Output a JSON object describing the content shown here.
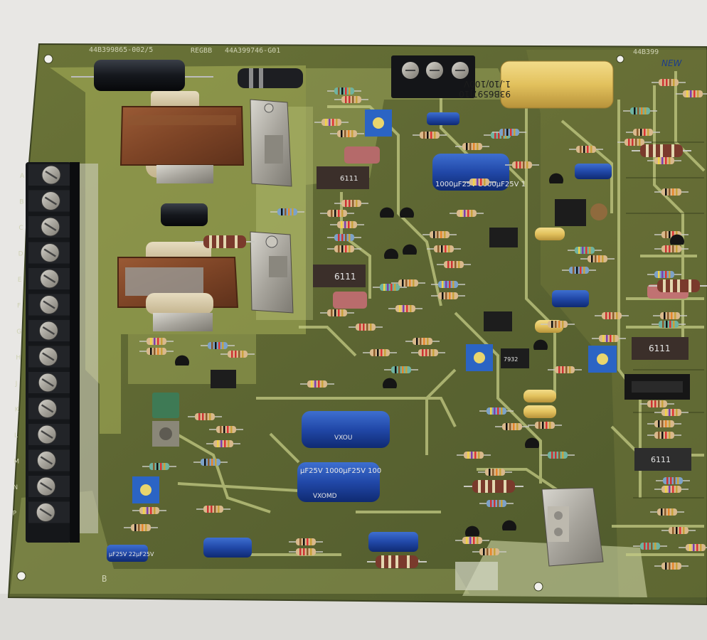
{
  "board": {
    "part_number": "44B399865-002/5",
    "model": "REGBB",
    "assembly": "44A399746-G01",
    "corner_marking": "NEW",
    "serial_marking": "44B399",
    "stamp": "B"
  },
  "terminal_strip": {
    "letters": [
      "A",
      "B",
      "C",
      "D",
      "E",
      "F",
      "G",
      "H",
      "J",
      "K",
      "L",
      "M",
      "N",
      "P"
    ]
  },
  "film_capacitor": {
    "line1": "1./10/100V",
    "line2": "93B6597J10"
  },
  "electrolytic_capacitors": {
    "large_upper": "1000µF25V 1000µF25V 1",
    "large_lower": "µF25V 1000µF25V 100",
    "vx_marking": "VXOMD",
    "small_marking": "µF25V 22µF25V",
    "mid_marking": "VXOU"
  },
  "ics": {
    "chip_left_upper": "6111",
    "chip_left_mid": "6111",
    "chip_right": "6111",
    "chip_right_lower": "6111",
    "small_opamp": "7932"
  }
}
